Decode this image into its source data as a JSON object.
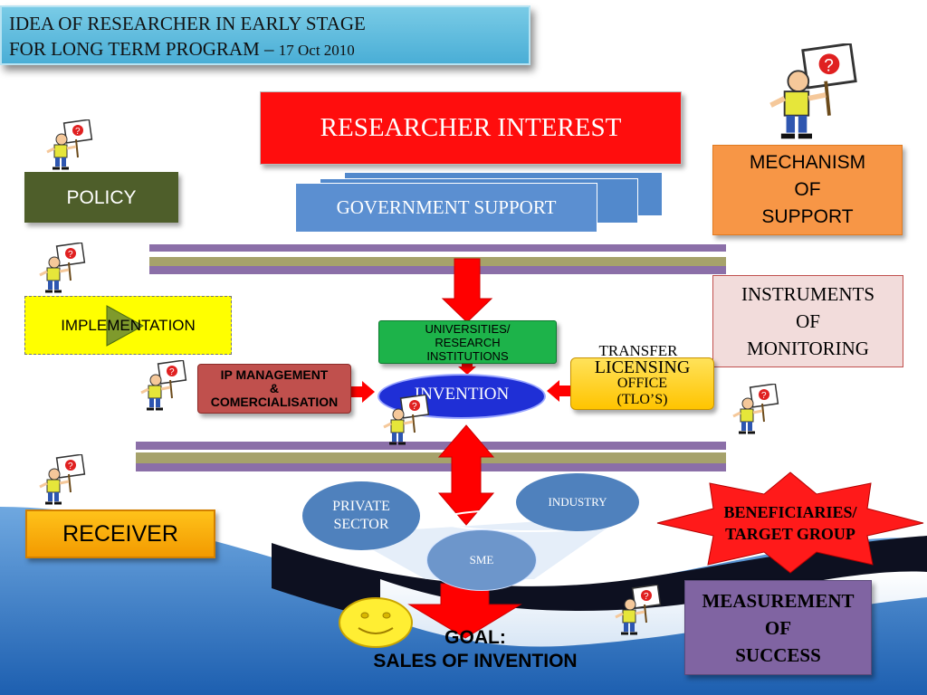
{
  "title": {
    "line1": "IDEA OF RESEARCHER IN EARLY STAGE",
    "line2_main": "FOR LONG TERM PROGRAM – ",
    "line2_date": "17 Oct 2010"
  },
  "nodes": {
    "researcher_interest": "RESEARCHER INTEREST",
    "government_support": "GOVERNMENT SUPPORT",
    "policy": "POLICY",
    "implementation": "IMPLEMENTATION",
    "receiver": "RECEIVER",
    "mechanism_of_support": [
      "MECHANISM",
      "OF",
      "SUPPORT"
    ],
    "instruments_of_monitoring": [
      "INSTRUMENTS",
      "OF",
      "MONITORING"
    ],
    "measurement_of_success": [
      "MEASUREMENT",
      "OF",
      "SUCCESS"
    ],
    "universities": [
      "UNIVERSITIES/",
      "RESEARCH",
      "INSTITUTIONS"
    ],
    "ip_management": [
      "IP MANAGEMENT",
      "&",
      "COMERCIALISATION"
    ],
    "invention": "INVENTION",
    "transfer": "TRANSFER",
    "tlo": [
      "LICENSING",
      "OFFICE",
      "(TLO’S)"
    ],
    "private_sector": [
      "PRIVATE",
      "SECTOR"
    ],
    "industry": "INDUSTRY",
    "sme": "SME",
    "beneficiaries": [
      "BENEFICIARIES/",
      "TARGET GROUP"
    ],
    "goal": [
      "GOAL:",
      "SALES OF INVENTION"
    ]
  },
  "icons": {
    "person": "thinking-person-question-sign-icon",
    "smiley": "smiley-face-icon",
    "play": "play-triangle-icon"
  },
  "colors": {
    "researcher": "#ff0d0d",
    "government": "#5b8fd1",
    "policy": "#4e5e2a",
    "implementation": "#ffff00",
    "mechanism": "#f79646",
    "universities": "#1db34a",
    "invention": "#1f2fd6",
    "beneficiaries": "#ff1a1a",
    "measurement": "#8064a2"
  }
}
